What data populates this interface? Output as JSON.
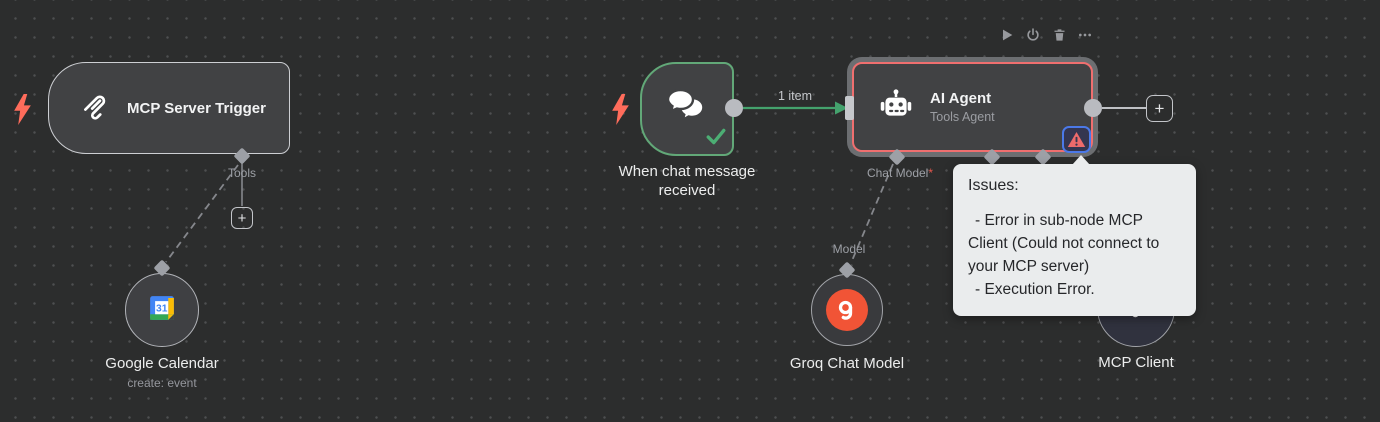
{
  "canvas": {
    "plus_label": "+"
  },
  "node_toolbar": {
    "icons": [
      "play",
      "power",
      "delete",
      "more"
    ]
  },
  "nodes": {
    "mcp_server_trigger": {
      "title": "MCP Server Trigger",
      "output_label": "Tools"
    },
    "google_calendar": {
      "title": "Google Calendar",
      "subtitle": "create: event"
    },
    "when_chat_message_received": {
      "title": "When chat message received"
    },
    "ai_agent": {
      "title": "AI Agent",
      "subtitle": "Tools Agent",
      "chat_model_label": "Chat Model",
      "required_marker": "*"
    },
    "groq_chat_model": {
      "title": "Groq Chat Model",
      "input_label": "Model"
    },
    "mcp_client": {
      "title": "MCP Client"
    }
  },
  "connections": {
    "chat_to_agent_label": "1 item"
  },
  "issues_tooltip": {
    "title": "Issues:",
    "items": [
      "- Error in sub-node MCP Client (Could not connect to your MCP server)",
      "- Execution Error."
    ]
  },
  "colors": {
    "background": "#2c2d2d",
    "node_fill": "#414244",
    "error_border": "#ef6f6f",
    "success_border": "#62a878",
    "connection_green": "#44a26d",
    "bolt_orange": "#ff6c5b",
    "groq_orange": "#f15436",
    "warning_red": "#ee6b6b",
    "tooltip_bg": "#eaeced"
  }
}
